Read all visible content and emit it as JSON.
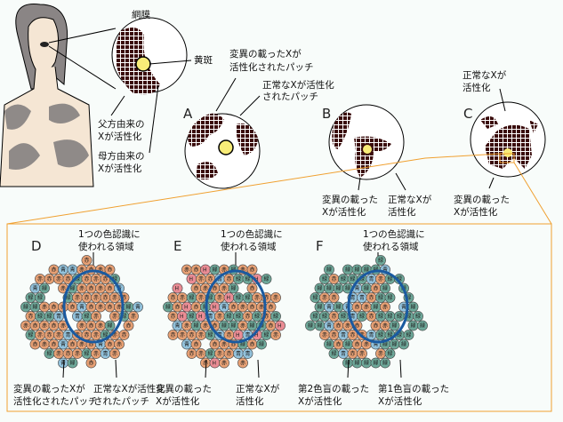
{
  "top": {
    "retina_label": "網膜",
    "macula_label": "黄斑",
    "paternal": [
      "父方由来の",
      "Xが活性化"
    ],
    "maternal": [
      "母方由来の",
      "Xが活性化"
    ],
    "mutant_patch": [
      "変異の載ったXが",
      "活性化されたパッチ"
    ],
    "normal_patch": [
      "正常なXが活性化",
      "されたパッチ"
    ],
    "panel_a": "A",
    "panel_b": "B",
    "panel_c": "C",
    "b_mutant": [
      "変異の載った",
      "Xが活性化"
    ],
    "b_normal": [
      "正常なXが",
      "活性化"
    ],
    "c_normal": [
      "正常なXが",
      "活性化"
    ],
    "c_mutant": [
      "変異の載った",
      "Xが活性化"
    ]
  },
  "detail": {
    "panels": [
      {
        "letter": "D",
        "region": [
          "1つの色認識に",
          "使われる領域"
        ],
        "left": [
          "変異の載ったXが",
          "活性化されたパッチ"
        ],
        "right": [
          "正常なXが活性化",
          "されたパッチ"
        ]
      },
      {
        "letter": "E",
        "region": [
          "1つの色認識に",
          "使われる領域"
        ],
        "left": [
          "変異の載った",
          "Xが活性化"
        ],
        "right": [
          "正常なXが",
          "活性化"
        ]
      },
      {
        "letter": "F",
        "region": [
          "1つの色認識に",
          "使われる領域"
        ],
        "left": [
          "第2色盲の載った",
          "Xが活性化"
        ],
        "right": [
          "第1色盲の載った",
          "Xが活性化"
        ]
      }
    ],
    "cone_labels": {
      "red": "赤",
      "green": "緑",
      "blue": "青",
      "hybrid": "H"
    }
  },
  "colors": {
    "red_cone": "#e7a074",
    "green_cone": "#6ea99a",
    "blue_cone": "#92c2dc",
    "hybrid_cone": "#ea8c94",
    "patch": "#3a0c0c",
    "macula": "#f8ec78",
    "region_circle": "#1a5aa0",
    "callout": "#f0a030"
  }
}
